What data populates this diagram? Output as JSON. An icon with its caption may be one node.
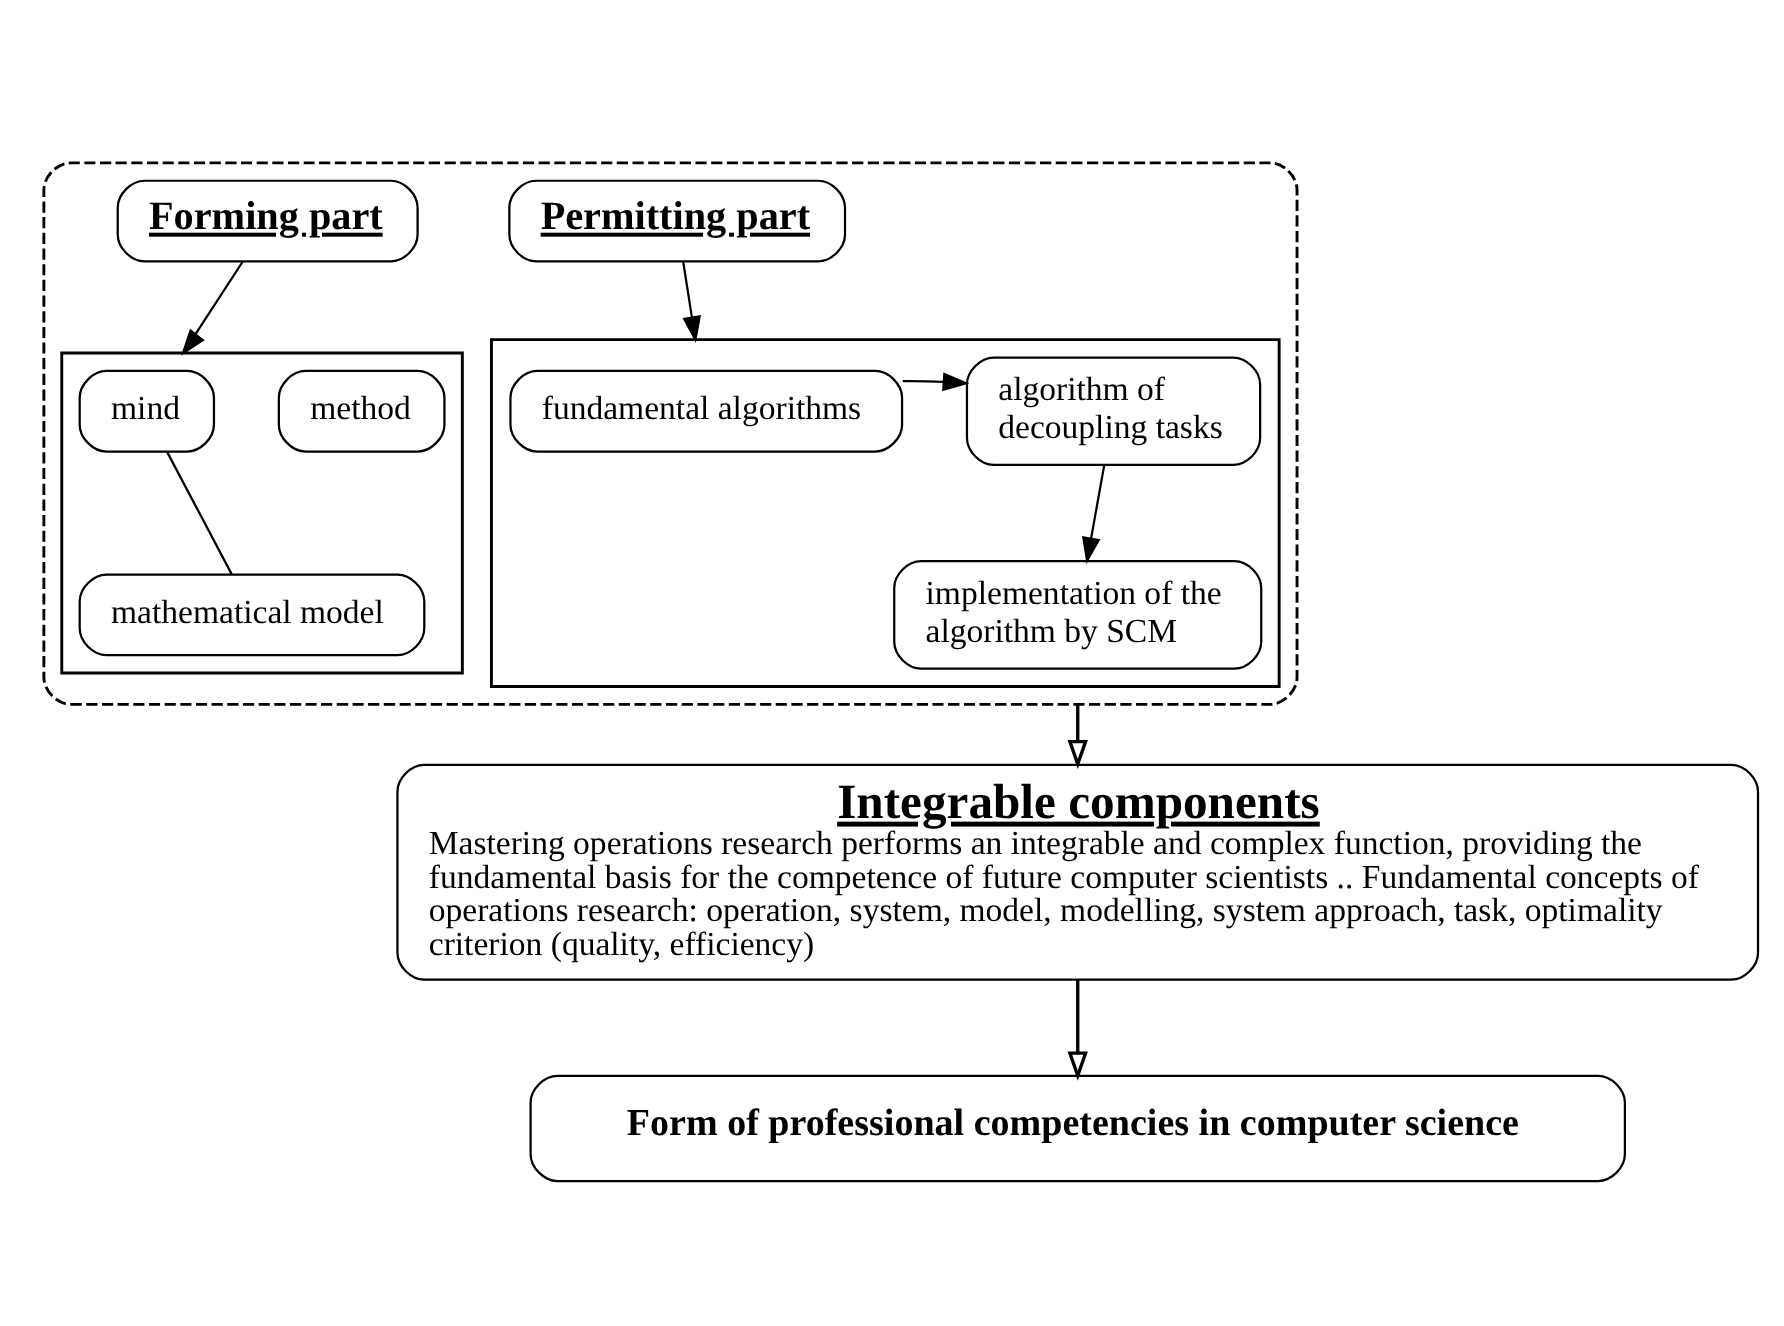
{
  "diagram": {
    "nodes": [
      {
        "text": [],
        "shape": "box"
      },
      {
        "text": [
          "Forming part"
        ],
        "in": 0
      },
      {
        "text": [
          "Permitting part"
        ],
        "in": 0
      },
      {
        "text": [],
        "shape": "box",
        "in": 0
      },
      {
        "text": [
          "mind"
        ],
        "in": 3
      },
      {
        "text": [
          "method"
        ],
        "in": 3
      },
      {
        "text": [
          "mathematical model"
        ],
        "in": 3
      },
      {
        "text": [],
        "shape": "box",
        "in": 0
      },
      {
        "text": [
          "fundamental algorithms"
        ],
        "in": 7
      },
      {
        "text": [
          "algorithm of decoupling tasks"
        ],
        "in": 7
      },
      {
        "text": [
          "implementation of the algorithm by SCM"
        ],
        "in": 7
      },
      {
        "text": [
          "Integrable components",
          "Mastering operations research performs an integrable and complex function, providing the fundamental basis for the competence of future computer scientists .. Fundamental concepts of operations research: operation, system, model, modelling, system approach, task, optimality criterion (quality, efficiency)"
        ]
      },
      {
        "text": [
          "Form of professional competencies in computer science"
        ]
      }
    ],
    "edges": [
      {
        "from": 1,
        "to": 3,
        "arrow": "to"
      },
      {
        "from": 2,
        "to": 7,
        "arrow": "to"
      },
      {
        "from": 4,
        "to": 6,
        "arrow": "none"
      },
      {
        "from": 8,
        "to": 9,
        "arrow": "to"
      },
      {
        "from": 9,
        "to": 10,
        "arrow": "to"
      },
      {
        "from": 0,
        "to": 11,
        "arrow": "to"
      },
      {
        "from": 11,
        "to": 12,
        "arrow": "to"
      }
    ]
  }
}
